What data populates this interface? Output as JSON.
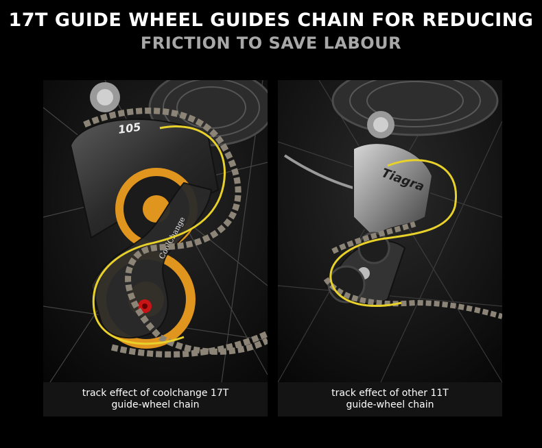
{
  "header": {
    "title": "17T GUIDE WHEEL GUIDES CHAIN FOR REDUCING",
    "subtitle": "FRICTION TO SAVE LABOUR"
  },
  "panels": [
    {
      "caption_line1": "track effect of coolchange 17T",
      "caption_line2": "guide-wheel chain",
      "component_label": "105",
      "cage_label": "CoolChange"
    },
    {
      "caption_line1": "track effect of other 11T",
      "caption_line2": "guide-wheel chain",
      "component_label": "Tiagra"
    }
  ],
  "colors": {
    "highlight_track": "#e8d12a",
    "pulley_orange": "#e0961e",
    "carbon_cage": "#2a2a2a",
    "chain_silver": "#8c8577"
  }
}
